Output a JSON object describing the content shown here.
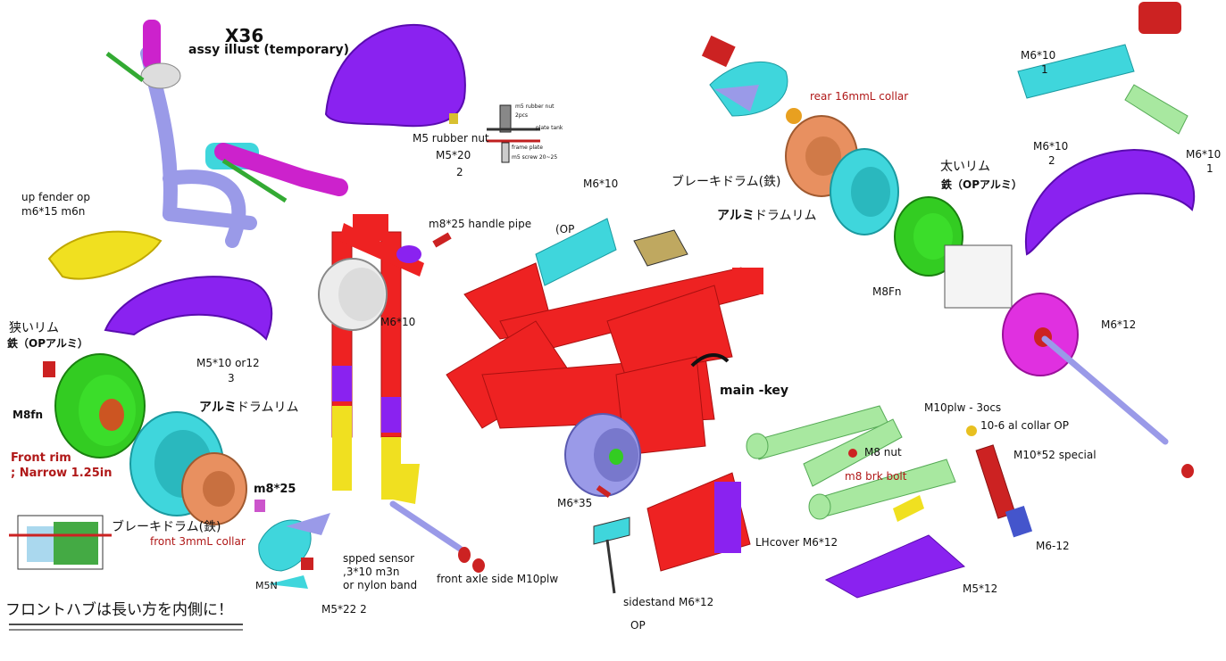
{
  "title": "X36",
  "subtitle": "assy illust (temporary)",
  "labels": {
    "m5_rubber_nut": "M5 rubber nut",
    "m5x20": "M5*20",
    "m5x20_qty": "2",
    "inset_m5_rubber_nut": "m5 rubber nut",
    "inset_2pcs": "2pcs",
    "inset_plate_tank": "plate tank",
    "inset_frame_plate": "frame plate",
    "inset_m5_screw": "m5 screw 20~25",
    "up_fender_op": "up fender op",
    "m6x15_m6n": "m6*15 m6n",
    "m8x25_handle_pipe": "m8*25  handle pipe",
    "m6x10_top": "M6*10",
    "op_paren": "(OP",
    "m6x10_mid": "M6*10",
    "narrow_rim_jp": "狭いリム",
    "iron_op_alu_left": "鉄（OPアルミ）",
    "m5x10_or12": "M5*10  or12",
    "m5x10_qty": "3",
    "m8fn_left": "M8fn",
    "front_rim": "Front rim",
    "narrow_125": "; Narrow 1.25in",
    "alu_drum_rim_left_b": "アルミ",
    "alu_drum_rim_left": "ドラムリム",
    "brake_drum_iron_left": "ブレーキドラム(鉄)",
    "front_3mml_collar": "front 3mmL collar",
    "m8x25": "m8*25",
    "m5n": "M5N",
    "m5x22_2": "M5*22  2",
    "spped_sensor": "spped sensor",
    "m3x10_m3n": ",3*10 m3n",
    "or_nylon_band": "or nylon band",
    "front_axle": "front  axle side M10plw",
    "front_hub_note": "フロントハブは長い方を内側に！",
    "m6x35": "M6*35",
    "sidestand": "sidestand",
    "op_sidestand": "OP",
    "m6x12_bottom": "M6*12",
    "main_key": "main -key",
    "lhcover": "LHcover M6*12",
    "rear_16mml_collar": "rear 16mmL collar",
    "brake_drum_iron_right": "ブレーキドラム(鉄)",
    "alu_drum_rim_right_b": "アルミ",
    "alu_drum_rim_right": "ドラムリム",
    "thick_rim_jp": "太いリム",
    "iron_op_alu_right": "鉄（OPアルミ）",
    "m8fn_right": "M8Fn",
    "m6x10_r1": "M6*10",
    "qty_r1": "1",
    "m6x10_r2": "M6*10",
    "qty_r2": "2",
    "m6x10_r3": "M6*10",
    "qty_r3": "1",
    "m6x12_right": "M6*12",
    "m10plw": "M10plw - 3ocs",
    "al_collar_op": "10-6 al collar OP",
    "m8_nut": "M8  nut",
    "m8_brk_bolt": "m8 brk bolt",
    "m10x52": "M10*52 special",
    "m6_12": "M6-12",
    "m5x12": "M5*12"
  },
  "colors": {
    "frame": "#ee2222",
    "purple": "#8a22f0",
    "cyan": "#3fd6dc",
    "green": "#33cc22",
    "light_green": "#a8e8a0",
    "orange": "#e89060",
    "magenta": "#e030e0",
    "yellow": "#f0e020",
    "lavender": "#9a9ae8",
    "red_text": "#b01818"
  }
}
